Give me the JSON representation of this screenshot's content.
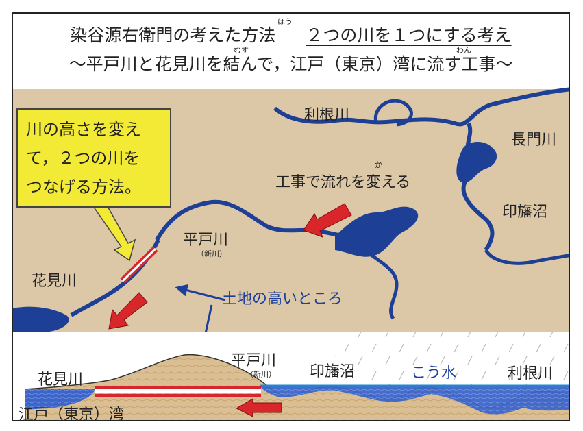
{
  "title": {
    "part1": "染谷源右衛門の考えた方法",
    "part2": "２つの川を１つにする考え",
    "ruby_hou": "ほう"
  },
  "subtitle": {
    "text": "～平戸川と花見川を結んで，江戸（東京）湾に流す工事～",
    "ruby_musu": "むす",
    "ruby_wan": "わん"
  },
  "map": {
    "tone_river": "利根川",
    "nagato_river": "長門川",
    "inba_marsh": "印旛沼",
    "hirato_river": "平戸川",
    "shinkawa": "（新川）",
    "hanami_river": "花見川",
    "construction_label": "工事で流れを変える",
    "ruby_ka": "か",
    "high_ground_label": "土地の高いところ",
    "callout_lines": [
      "川の高さを変え",
      "て，２つの川を",
      "つなげる方法。"
    ]
  },
  "cross_section": {
    "hanami_river": "花見川",
    "hirato_river": "平戸川",
    "shinkawa": "（新川）",
    "inba_marsh": "印旛沼",
    "flood": "こう水",
    "tone_river": "利根川",
    "edo_bay": "江戸（東京）湾"
  },
  "colors": {
    "river": "#1d3f95",
    "land": "#dcc7a7",
    "callout": "#f3ea36",
    "arrow_red": "#d8262a",
    "canal_red": "#d8262a",
    "blue_label": "#1b3f9a",
    "flood_blue": "#1e88d2"
  }
}
